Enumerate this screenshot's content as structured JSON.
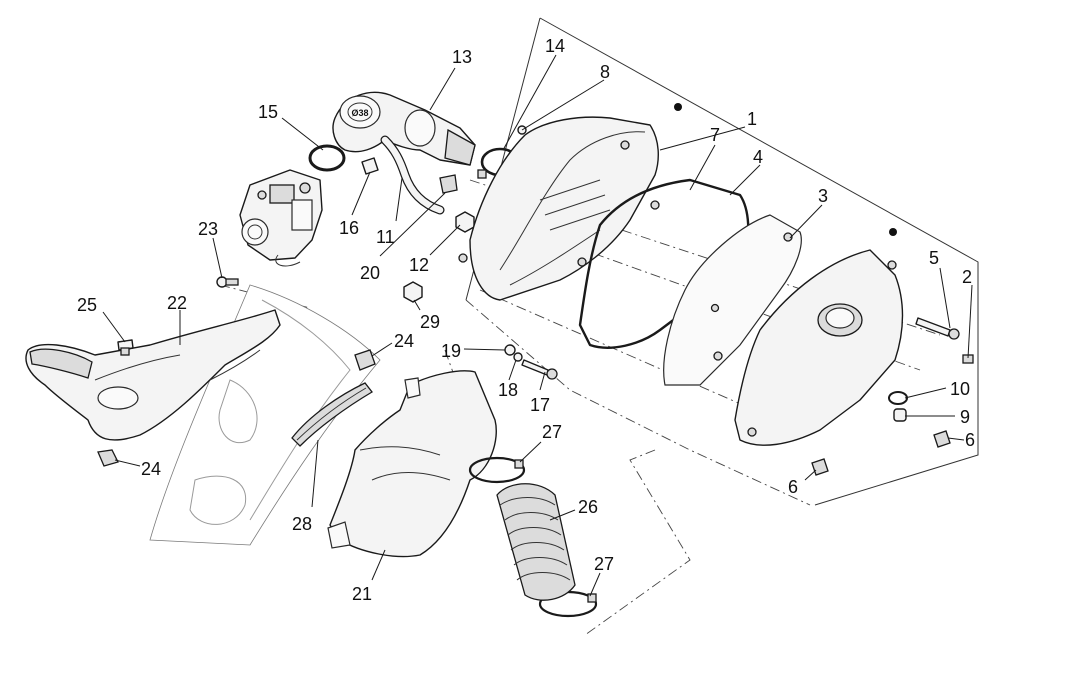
{
  "diagram": {
    "callouts": [
      "1",
      "2",
      "3",
      "4",
      "5",
      "6",
      "6",
      "7",
      "8",
      "9",
      "10",
      "11",
      "12",
      "13",
      "14",
      "15",
      "16",
      "17",
      "18",
      "19",
      "20",
      "21",
      "22",
      "23",
      "24",
      "24",
      "25",
      "26",
      "27",
      "27",
      "28",
      "29"
    ],
    "stamp": "Ø38"
  }
}
